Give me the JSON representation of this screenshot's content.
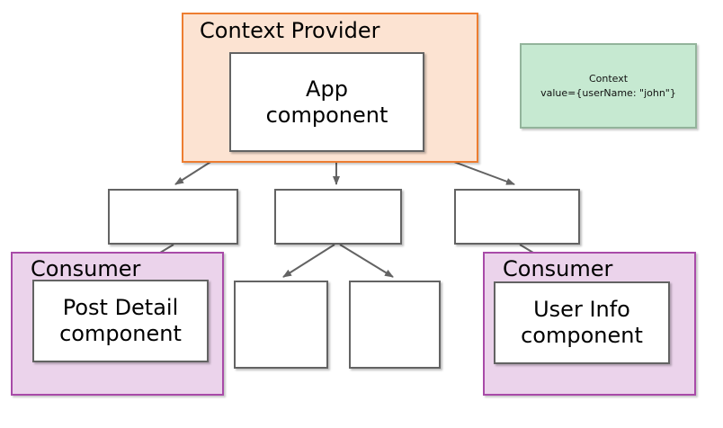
{
  "diagram": {
    "title_text": "",
    "colors": {
      "provider_border": "#ED7D31",
      "provider_fill": "#FCE3D2",
      "consumer_border": "#A84BA8",
      "consumer_fill": "#EBD3EB",
      "component_border": "#636363",
      "component_fill": "#FFFFFF",
      "note_border": "#93B49B",
      "note_fill": "#C6E9D1",
      "arrow": "#636363"
    },
    "provider": {
      "label": "Context Provider"
    },
    "app_component": {
      "line1": "App",
      "line2": "component"
    },
    "note": {
      "line1": "Context",
      "line2": "value={userName: \"john\"}"
    },
    "mid_row": [
      {
        "label": ""
      },
      {
        "label": ""
      },
      {
        "label": ""
      }
    ],
    "bottom_row": [
      {
        "label": ""
      },
      {
        "label": ""
      }
    ],
    "consumers": [
      {
        "label": "Consumer",
        "component_line1": "Post Detail",
        "component_line2": "component"
      },
      {
        "label": "Consumer",
        "component_line1": "User Info",
        "component_line2": "component"
      }
    ]
  }
}
